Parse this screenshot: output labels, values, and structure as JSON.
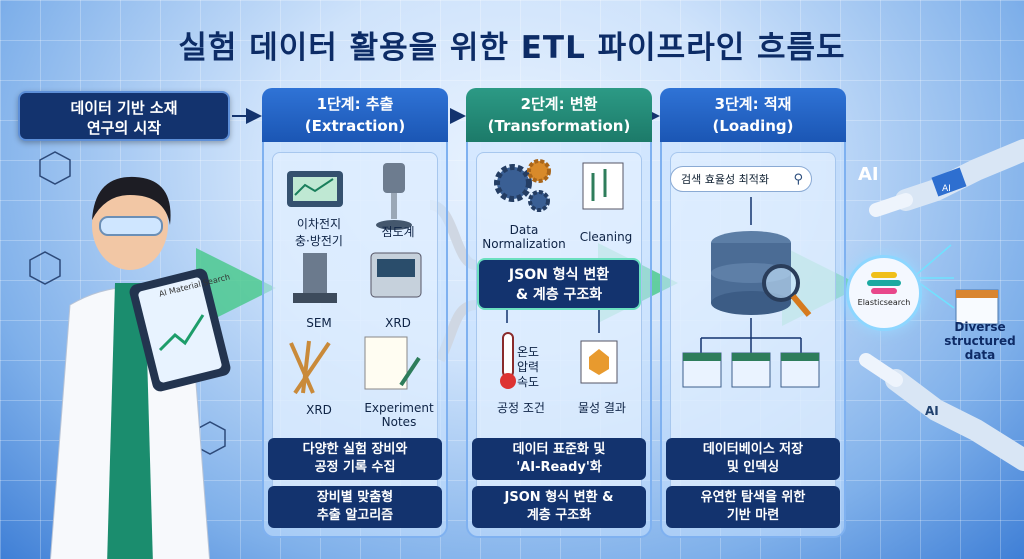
{
  "title": "실험 데이터 활용을 위한 ETL 파이프라인 흐름도",
  "start_box": [
    "데이터 기반 소재",
    "연구의 시작"
  ],
  "tablet_label": "AI Material Search",
  "stages": [
    {
      "header": [
        "1단계: 추출",
        "(Extraction)"
      ],
      "items": [
        "이차전지",
        "충·방전기",
        "점도계",
        "SEM",
        "XRD",
        "XRD",
        "Experiment",
        "Notes"
      ],
      "footers": [
        [
          "다양한 실험 장비와",
          "공정 기록 수집"
        ],
        [
          "장비별 맞춤형",
          "추출 알고리즘"
        ]
      ]
    },
    {
      "header": [
        "2단계: 변환",
        "(Transformation)"
      ],
      "items": [
        "Data",
        "Normalization",
        "Cleaning",
        "온도",
        "압력",
        "속도",
        "공정 조건",
        "물성 결과"
      ],
      "center_box": [
        "JSON 형식 변환",
        "& 계층 구조화"
      ],
      "footers": [
        [
          "데이터 표준화 및",
          "'AI-Ready'화"
        ],
        [
          "JSON 형식 변환 &",
          "계층 구조화"
        ]
      ]
    },
    {
      "header": [
        "3단계: 적재",
        "(Loading)"
      ],
      "search_text": "검색 효율성 최적화",
      "footers": [
        [
          "데이터베이스 저장",
          "및 인덱싱"
        ],
        [
          "유연한 탐색을 위한",
          "기반 마련"
        ]
      ]
    }
  ],
  "right": {
    "ai_top": "AI",
    "ai_bottom": "AI",
    "elasticsearch": "Elasticsearch",
    "diverse": [
      "Diverse",
      "structured",
      "data"
    ],
    "tile_ai": "AI"
  },
  "colors": {
    "dark_navy": "#13336e",
    "teal": "#1c7a69",
    "blue": "#1b56b4"
  }
}
